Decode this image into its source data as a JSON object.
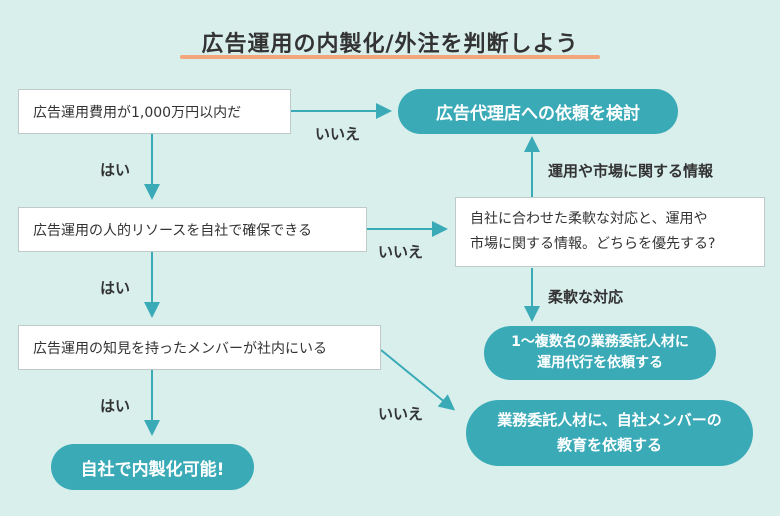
{
  "title": "広告運用の内製化/外注を判断しよう",
  "colors": {
    "background": "#d8efec",
    "accent": "#3aaab7",
    "underline": "#f3a57c"
  },
  "questions": {
    "q1": "広告運用費用が1,000万円以内だ",
    "q2": "広告運用の人的リソースを自社で確保できる",
    "q3": "広告運用の知見を持ったメンバーが社内にいる",
    "q4_line1": "自社に合わせた柔軟な対応と、運用や",
    "q4_line2": "市場に関する情報。どちらを優先する?"
  },
  "results": {
    "agency": "広告代理店への依頼を検討",
    "inhouse": "自社で内製化可能!",
    "freelance_line1": "1〜複数名の業務委託人材に",
    "freelance_line2": "運用代行を依頼する",
    "education_line1": "業務委託人材に、自社メンバーの",
    "education_line2": "教育を依頼する"
  },
  "labels": {
    "yes1": "はい",
    "yes2": "はい",
    "yes3": "はい",
    "no1": "いいえ",
    "no2": "いいえ",
    "no3": "いいえ",
    "market_info": "運用や市場に関する情報",
    "flexible": "柔軟な対応"
  }
}
